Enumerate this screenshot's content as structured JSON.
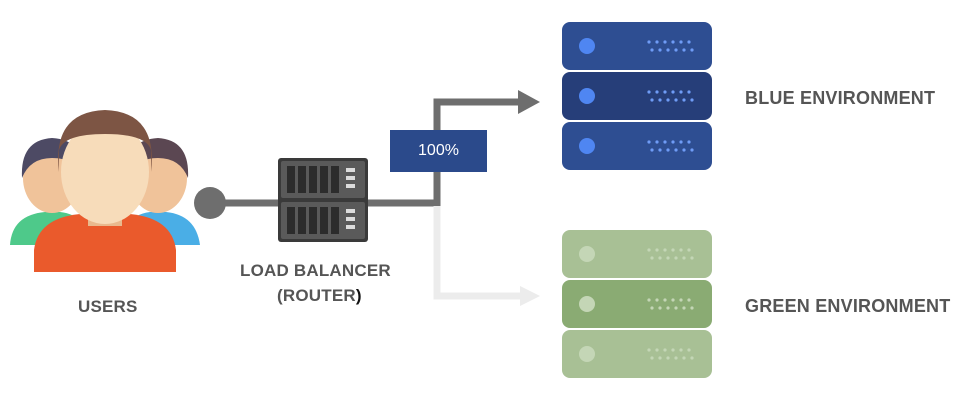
{
  "users": {
    "label": "USERS"
  },
  "load_balancer": {
    "label_line1": "LOAD BALANCER",
    "label_line2_text": "(ROUTER",
    "label_line2_paren": ")"
  },
  "traffic": {
    "blue_share": "100%"
  },
  "blue_environment": {
    "label": "BLUE ENVIRONMENT",
    "color": "#2e4e92"
  },
  "green_environment": {
    "label": "GREEN ENVIRONMENT",
    "color": "#8aab73"
  },
  "colors": {
    "connector": "#6e6e6e",
    "inactive_connector": "#ececec"
  }
}
